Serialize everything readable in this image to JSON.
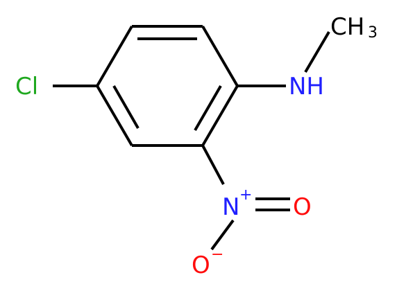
{
  "colors": {
    "bond": "#000000",
    "carbon_label": "#000000",
    "chlorine": "#1fa81f",
    "nitrogen": "#2020ff",
    "oxygen": "#ff0d0d"
  },
  "labels": {
    "chlorine": "Cl",
    "amine_n": "NH",
    "methyl_c": "CH",
    "methyl_sub": "3",
    "nitro_n": "N",
    "nitro_charge": "+",
    "nitro_o_double": "O",
    "nitro_o_single": "O",
    "nitro_o_charge": "−"
  }
}
